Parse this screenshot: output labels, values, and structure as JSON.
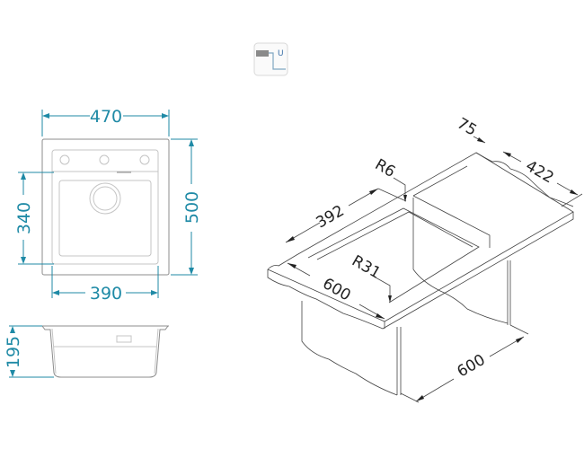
{
  "drawing": {
    "icon": {
      "name": "undermount-siphon-icon",
      "label": "U"
    },
    "top_view": {
      "width": "470",
      "height": "500",
      "bowl_height": "340",
      "bowl_width": "390"
    },
    "side_view": {
      "depth": "195"
    },
    "iso_view": {
      "cutout_depth": "392",
      "counter_depth": "600",
      "cabinet_width": "600",
      "corner_radius_outer": "R6",
      "corner_radius_inner": "R31",
      "edge_offset": "75",
      "cutout_width": "422"
    },
    "colors": {
      "dimension": "#1f8aa6",
      "outline": "#8c8c8c"
    }
  }
}
